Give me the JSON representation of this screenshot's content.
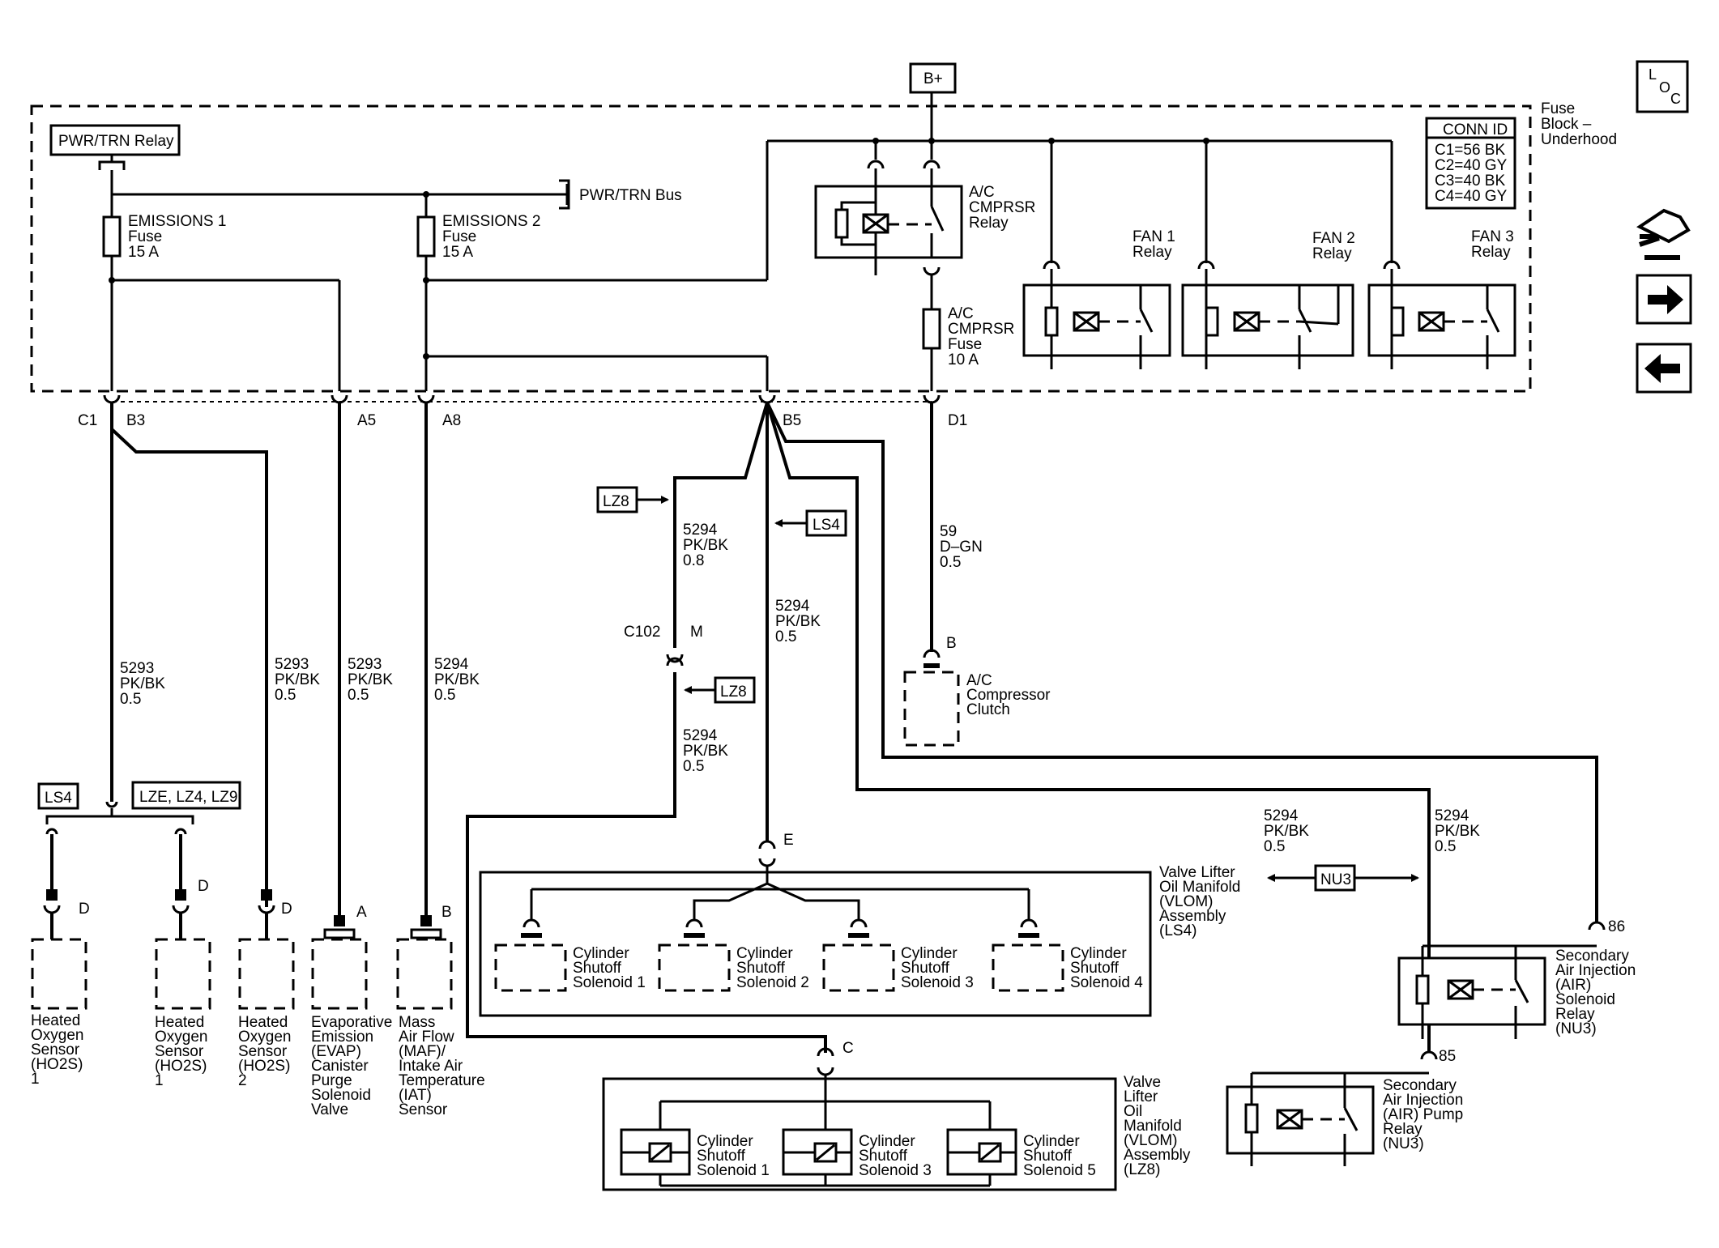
{
  "header": {
    "bplus": "B+",
    "loc": [
      "L",
      "O",
      "C"
    ]
  },
  "fuse_block": {
    "label": [
      "Fuse",
      "Block –",
      "Underhood"
    ],
    "conn_id": {
      "title": "CONN ID",
      "rows": [
        "C1=56 BK",
        "C2=40 GY",
        "C3=40 BK",
        "C4=40 GY"
      ]
    },
    "pwr_trn_relay": "PWR/TRN Relay",
    "pwr_trn_bus": "PWR/TRN Bus",
    "emissions1": [
      "EMISSIONS 1",
      "Fuse",
      "15 A"
    ],
    "emissions2": [
      "EMISSIONS 2",
      "Fuse",
      "15 A"
    ],
    "ac_relay": [
      "A/C",
      "CMPRSR",
      "Relay"
    ],
    "ac_fuse": [
      "A/C",
      "CMPRSR",
      "Fuse",
      "10 A"
    ],
    "fan1": [
      "FAN 1",
      "Relay"
    ],
    "fan2": [
      "FAN 2",
      "Relay"
    ],
    "fan3": [
      "FAN 3",
      "Relay"
    ]
  },
  "connectors": {
    "c1": "C1",
    "b3": "B3",
    "a5": "A5",
    "a8": "A8",
    "b5": "B5",
    "d1": "D1",
    "c102": "C102",
    "m": "M",
    "b": "B",
    "e": "E",
    "c": "C",
    "d": "D",
    "a": "A",
    "pin86": "86",
    "pin85": "85"
  },
  "wires": {
    "w5293a": [
      "5293",
      "PK/BK",
      "0.5"
    ],
    "w5293b": [
      "5293",
      "PK/BK",
      "0.5"
    ],
    "w5293c": [
      "5293",
      "PK/BK",
      "0.5"
    ],
    "w5294a": [
      "5294",
      "PK/BK",
      "0.5"
    ],
    "w5294lz8top": [
      "5294",
      "PK/BK",
      "0.8"
    ],
    "w5294lz8bot": [
      "5294",
      "PK/BK",
      "0.5"
    ],
    "w5294ls4": [
      "5294",
      "PK/BK",
      "0.5"
    ],
    "w59": [
      "59",
      "D–GN",
      "0.5"
    ],
    "w5294air": [
      "5294",
      "PK/BK",
      "0.5"
    ],
    "w5294sec": [
      "5294",
      "PK/BK",
      "0.5"
    ]
  },
  "options": {
    "ls4": "LS4",
    "lz8": "LZ8",
    "lze": "LZE, LZ4, LZ9",
    "nu3": "NU3"
  },
  "components": {
    "ho2s1a": [
      "Heated",
      "Oxygen",
      "Sensor",
      "(HO2S)",
      "1"
    ],
    "ho2s1b": [
      "Heated",
      "Oxygen",
      "Sensor",
      "(HO2S)",
      "1"
    ],
    "ho2s2": [
      "Heated",
      "Oxygen",
      "Sensor",
      "(HO2S)",
      "2"
    ],
    "evap": [
      "Evaporative",
      "Emission",
      "(EVAP)",
      "Canister",
      "Purge",
      "Solenoid",
      "Valve"
    ],
    "maf": [
      "Mass",
      "Air Flow",
      "(MAF)/",
      "Intake Air",
      "Temperature",
      "(IAT)",
      "Sensor"
    ],
    "ac_clutch": [
      "A/C",
      "Compressor",
      "Clutch"
    ],
    "vlom_ls4": [
      "Valve Lifter",
      "Oil Manifold",
      "(VLOM)",
      "Assembly",
      "(LS4)"
    ],
    "vlom_lz8": [
      "Valve",
      "Lifter",
      "Oil",
      "Manifold",
      "(VLOM)",
      "Assembly",
      "(LZ8)"
    ],
    "ls4_sol": [
      [
        "Cylinder",
        "Shutoff",
        "Solenoid 1"
      ],
      [
        "Cylinder",
        "Shutoff",
        "Solenoid 2"
      ],
      [
        "Cylinder",
        "Shutoff",
        "Solenoid 3"
      ],
      [
        "Cylinder",
        "Shutoff",
        "Solenoid 4"
      ]
    ],
    "lz8_sol": [
      [
        "Cylinder",
        "Shutoff",
        "Solenoid 1"
      ],
      [
        "Cylinder",
        "Shutoff",
        "Solenoid 3"
      ],
      [
        "Cylinder",
        "Shutoff",
        "Solenoid 5"
      ]
    ],
    "air_sol_relay": [
      "Secondary",
      "Air Injection",
      "(AIR)",
      "Solenoid",
      "Relay",
      "(NU3)"
    ],
    "air_pump_relay": [
      "Secondary",
      "Air Injection",
      "(AIR) Pump",
      "Relay",
      "(NU3)"
    ]
  },
  "nav_icons": [
    "wrench-car-icon",
    "arrow-right-icon",
    "arrow-left-icon"
  ]
}
